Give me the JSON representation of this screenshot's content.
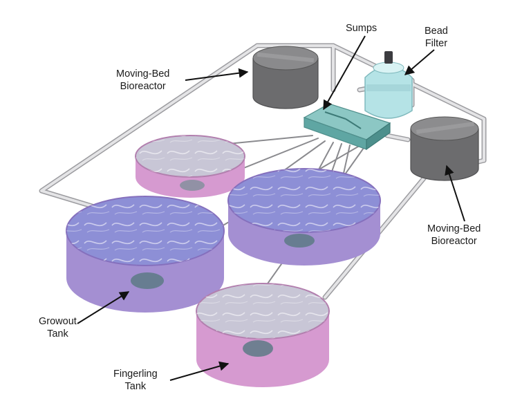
{
  "labels": {
    "sumps": "Sumps",
    "bead_filter": {
      "line1": "Bead",
      "line2": "Filter"
    },
    "mbbr_top": {
      "line1": "Moving-Bed",
      "line2": "Bioreactor"
    },
    "mbbr_right": {
      "line1": "Moving-Bed",
      "line2": "Bioreactor"
    },
    "growout_tank": {
      "line1": "Growout",
      "line2": "Tank"
    },
    "fingerling_tank": {
      "line1": "Fingerling",
      "line2": "Tank"
    }
  },
  "colors": {
    "pipe": "#d8d8da",
    "pipe_edge": "#9c9ca0",
    "bioreactor": "#6c6c6e",
    "bead_filter": "#b5e3e6",
    "sump": "#5fa6a3",
    "growout_tank_wall": "#a48fd2",
    "growout_tank_water": "#8d8fd6",
    "fingerling_tank_wall": "#d69ad0",
    "fingerling_tank_water": "#c8c6d6",
    "arrow": "#111111"
  }
}
